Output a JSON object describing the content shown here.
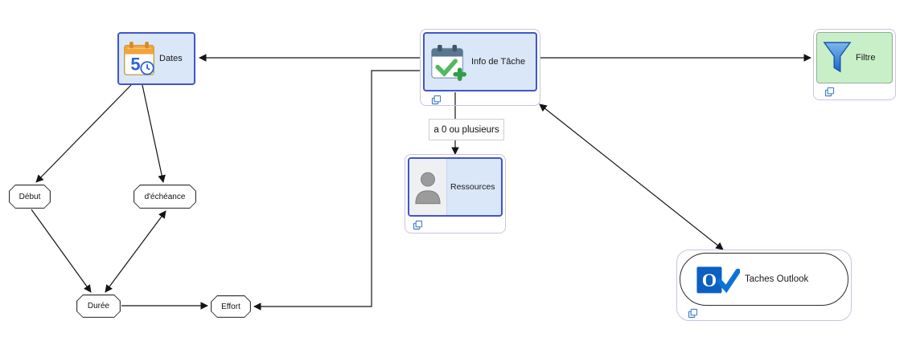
{
  "nodes": {
    "dates": {
      "label": "Dates",
      "icon": "calendar-clock-icon"
    },
    "info_tache": {
      "label": "Info de Tâche",
      "icon": "task-calendar-check-icon"
    },
    "filtre": {
      "label": "Filtre",
      "icon": "filter-funnel-icon"
    },
    "ressources": {
      "label": "Ressources",
      "icon": "person-icon"
    },
    "taches_outlook": {
      "label": "Taches Outlook",
      "icon": "outlook-icon"
    },
    "debut": {
      "label": "Début"
    },
    "echeance": {
      "label": "d'échéance"
    },
    "duree": {
      "label": "Durée"
    },
    "effort": {
      "label": "Effort"
    }
  },
  "edge_labels": {
    "info_to_ressources": "a 0 ou plusieurs"
  },
  "edges": [
    {
      "from": "info_tache",
      "to": "dates",
      "arrow": "end"
    },
    {
      "from": "info_tache",
      "to": "filtre",
      "arrow": "end"
    },
    {
      "from": "dates",
      "to": "debut",
      "arrow": "end"
    },
    {
      "from": "dates",
      "to": "echeance",
      "arrow": "end"
    },
    {
      "from": "debut",
      "to": "duree",
      "arrow": "end"
    },
    {
      "from": "duree",
      "to": "echeance",
      "arrow": "both"
    },
    {
      "from": "duree",
      "to": "effort",
      "arrow": "end"
    },
    {
      "from": "info_tache",
      "to": "effort",
      "arrow": "end"
    },
    {
      "from": "info_tache",
      "to": "ressources",
      "arrow": "end",
      "label": "a 0 ou plusieurs"
    },
    {
      "from": "info_tache",
      "to": "taches_outlook",
      "arrow": "both"
    }
  ],
  "icons": {
    "calendar_day": "5",
    "outlook_letter": "O"
  },
  "colors": {
    "topic_fill_blue": "#d9e7f8",
    "topic_border_blue": "#4156c8",
    "filter_fill_green": "#c9efc9",
    "outer_frame_border": "#cbc2e6",
    "edge_stroke": "#141414",
    "calendar_orange": "#f2a33a",
    "check_green": "#53b85e",
    "outlook_blue": "#0b5fc2",
    "sync_icon_blue": "#2b6cc4"
  }
}
